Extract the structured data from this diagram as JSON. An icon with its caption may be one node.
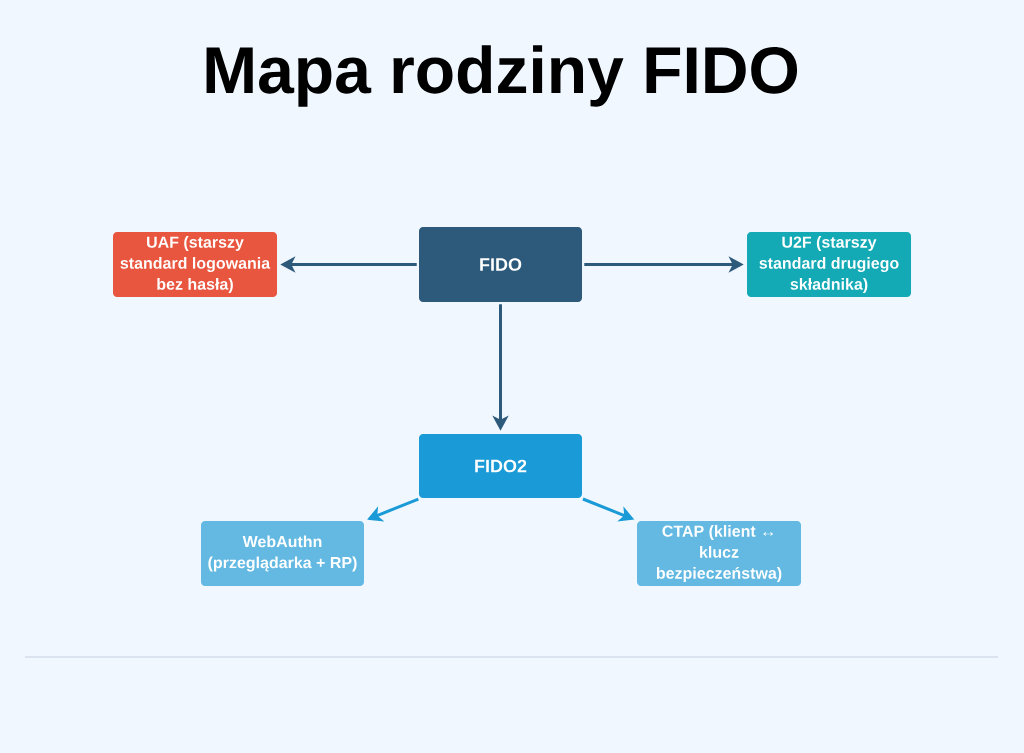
{
  "diagram": {
    "title": "Mapa rodziny FIDO",
    "nodes": [
      {
        "text": [
          "UAF (starszy standard logowania bez hasła)"
        ]
      },
      {
        "text": [
          "FIDO"
        ]
      },
      {
        "text": [
          "U2F (starszy standard drugiego składnika)"
        ]
      },
      {
        "text": [
          "FIDO2"
        ]
      },
      {
        "text": [
          "WebAuthn (przeglądarka + RP)"
        ]
      },
      {
        "text": [
          "CTAP (klient ↔ klucz bezpieczeństwa)"
        ]
      }
    ],
    "edges": [
      {
        "from": 1,
        "to": 0,
        "arrow": "to"
      },
      {
        "from": 1,
        "to": 2,
        "arrow": "to"
      },
      {
        "from": 1,
        "to": 3,
        "arrow": "to"
      },
      {
        "from": 3,
        "to": 4,
        "arrow": "to",
        "color": "#1a9ad6"
      },
      {
        "from": 3,
        "to": 5,
        "arrow": "to",
        "color": "#1a9ad6"
      }
    ]
  }
}
